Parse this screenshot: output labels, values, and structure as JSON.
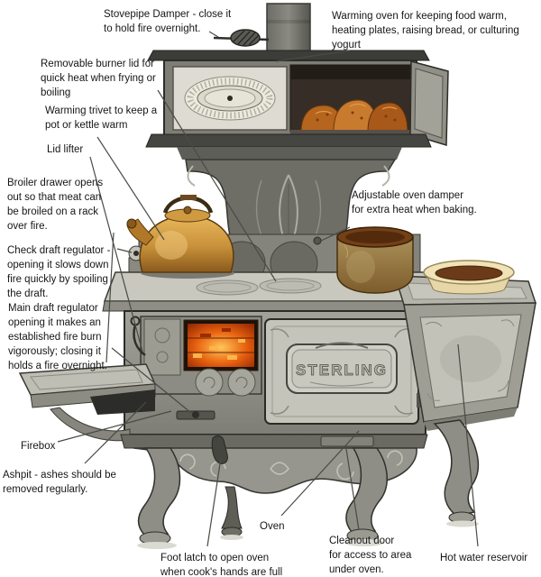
{
  "diagram": {
    "nameplate": "STERLING",
    "labels": [
      {
        "id": "stovepipe-damper",
        "text": "Stovepipe Damper - close it\nto hold fire overnight."
      },
      {
        "id": "warming-oven",
        "text": "Warming oven for keeping food warm,\nheating plates, raising bread, or culturing\nyogurt"
      },
      {
        "id": "removable-burner-lid",
        "text": "Removable burner lid for\nquick heat when frying or\nboiling"
      },
      {
        "id": "warming-trivet",
        "text": "Warming trivet to keep a\npot or kettle warm"
      },
      {
        "id": "lid-lifter",
        "text": "Lid lifter"
      },
      {
        "id": "broiler-drawer",
        "text": "Broiler drawer opens\nout so that meat can\nbe broiled on a rack\nover fire."
      },
      {
        "id": "adjustable-oven-damper",
        "text": "Adjustable oven damper\nfor extra heat when baking."
      },
      {
        "id": "check-draft-regulator",
        "text": "Check draft regulator -\nopening it slows down\nfire quickly by spoiling\nthe draft."
      },
      {
        "id": "main-draft-regulator",
        "text": "Main draft regulator\nopening it makes an\nestablished fire burn\nvigorously; closing it\nholds a fire overnight."
      },
      {
        "id": "firebox",
        "text": "Firebox"
      },
      {
        "id": "ashpit",
        "text": "Ashpit - ashes should be\nremoved regularly."
      },
      {
        "id": "oven",
        "text": "Oven"
      },
      {
        "id": "foot-latch",
        "text": "Foot latch to open oven\nwhen cook's hands are full"
      },
      {
        "id": "cleanout-door",
        "text": "Cleanout door\nfor access to area\nunder oven."
      },
      {
        "id": "hot-water-reservoir",
        "text": "Hot water reservoir"
      }
    ],
    "colors": {
      "background": "#ffffff",
      "label_text": "#161616",
      "leader_line": "#4a4a46",
      "stove_metal": "#9a9a92",
      "stove_dark_trim": "#3c3c38",
      "fire_glow": "#e8610f",
      "kettle_copper": "#c8913a",
      "bread_crust": "#b5651d",
      "pot_brown": "#744018",
      "pie_dish_cream": "#ead9ac"
    }
  }
}
